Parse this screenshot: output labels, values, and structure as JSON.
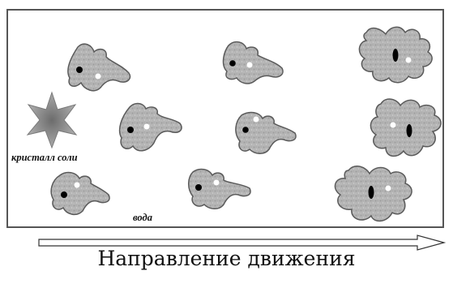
{
  "labels": {
    "crystal": "кристалл соли",
    "water": "вода",
    "direction": "Направление движения"
  },
  "colors": {
    "cell_fill": "#b4b4b4",
    "cell_stroke": "#5a5a5a",
    "nucleus": "#000000",
    "vacuole": "#ffffff",
    "crystal": "#8f8f8f",
    "frame": "#555555"
  }
}
